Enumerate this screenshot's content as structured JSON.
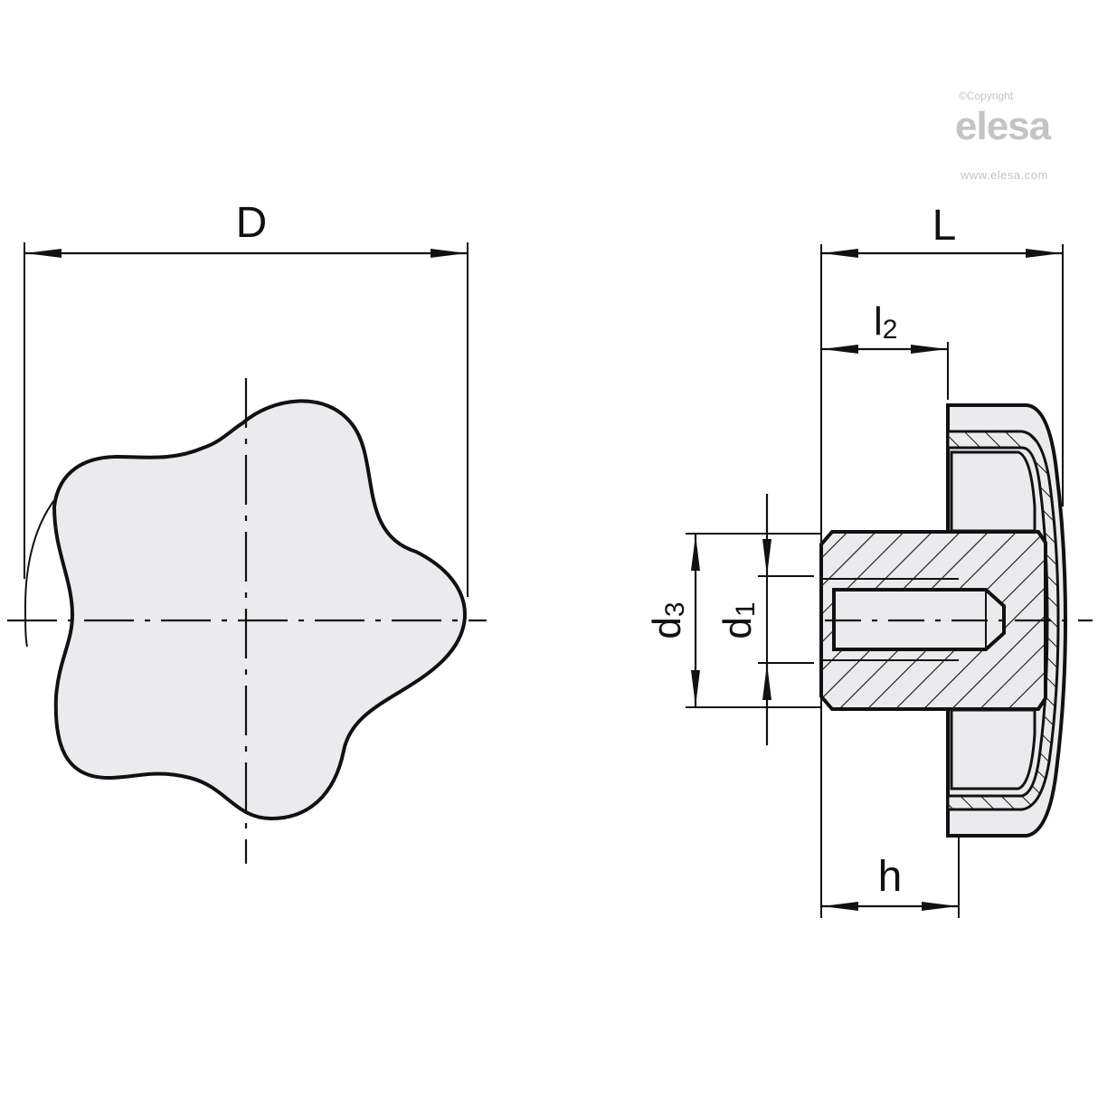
{
  "watermark": {
    "copyright": "©Copyright",
    "brand": "elesa",
    "url": "www.elesa.com",
    "color": "#c4c4c4"
  },
  "front_view": {
    "description": "Five-lobe star knob, front view",
    "dimension_D": {
      "label": "D"
    }
  },
  "side_view": {
    "description": "Sectional side view with threaded boss",
    "dimension_L": {
      "label": "L"
    },
    "dimension_l2": {
      "label": "l",
      "sub": "2"
    },
    "dimension_d3": {
      "label": "d",
      "sub": "3"
    },
    "dimension_d1": {
      "label": "d",
      "sub": "1"
    },
    "dimension_h": {
      "label": "h"
    }
  },
  "colors": {
    "line": "#111111",
    "fill": "#ebebed",
    "background": "#ffffff"
  }
}
